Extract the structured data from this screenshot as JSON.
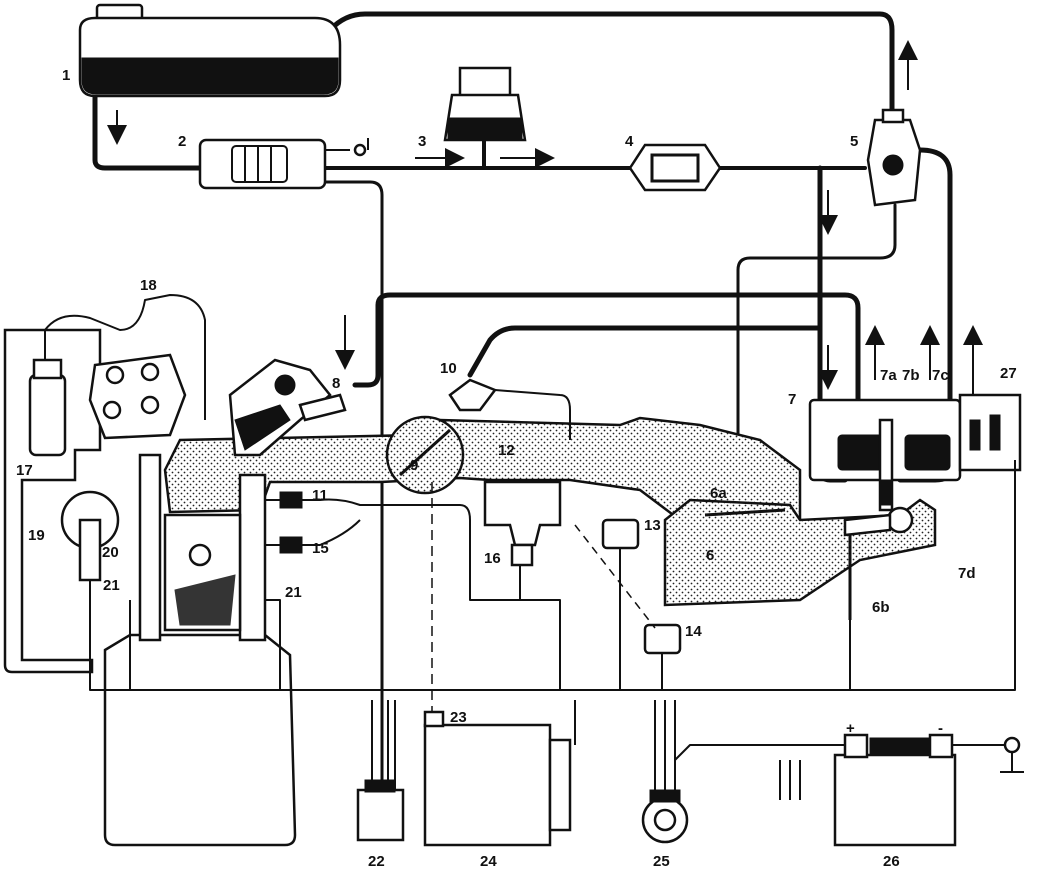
{
  "diagram": {
    "labels": {
      "l1": "1",
      "l2": "2",
      "l3": "3",
      "l4": "4",
      "l5": "5",
      "l6": "6",
      "l6a": "6a",
      "l6b": "6b",
      "l7": "7",
      "l7a": "7a",
      "l7b": "7b",
      "l7c": "7c",
      "l7d": "7d",
      "l8": "8",
      "l9": "9",
      "l10": "10",
      "l11": "11",
      "l12": "12",
      "l13": "13",
      "l14": "14",
      "l15": "15",
      "l16": "16",
      "l17": "17",
      "l18": "18",
      "l19": "19",
      "l20": "20",
      "l21a": "21",
      "l21b": "21",
      "l22": "22",
      "l23": "23",
      "l24": "24",
      "l25": "25",
      "l26": "26",
      "l27": "27",
      "plus": "+",
      "minus": "-"
    },
    "colors": {
      "ink": "#111111",
      "paper": "#ffffff"
    }
  }
}
